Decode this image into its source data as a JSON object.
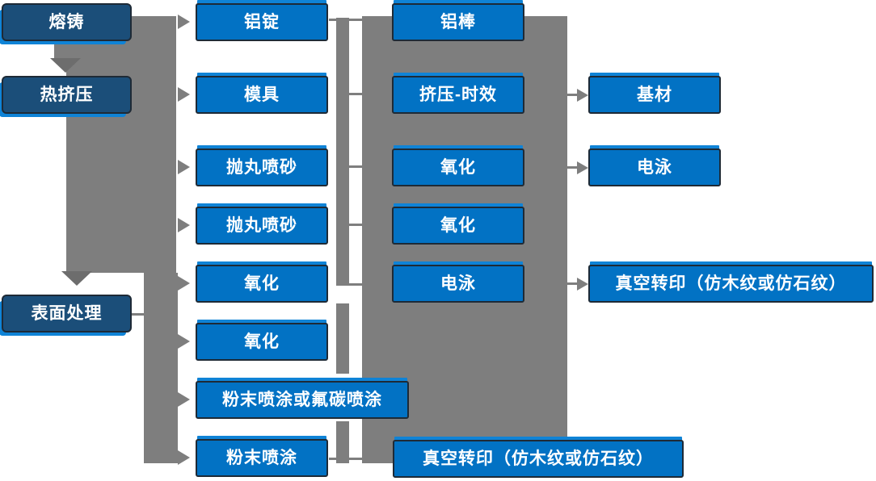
{
  "colors": {
    "box_dark": "#1B4E79",
    "box_light": "#0272C4",
    "box_border": "#1E2A36",
    "connector": "#7E7E7E",
    "arrow_dark": "#6D6D6D",
    "shadow": "#0F83D6",
    "text": "#FFFFFF",
    "background": "#FFFFFF"
  },
  "nodes": {
    "melt_casting": {
      "label": "熔铸"
    },
    "hot_extrusion": {
      "label": "热挤压"
    },
    "surface_treatment": {
      "label": "表面处理"
    },
    "aluminum_ingot": {
      "label": "铝锭"
    },
    "mold": {
      "label": "模具"
    },
    "shot_blasting_1": {
      "label": "抛丸喷砂"
    },
    "shot_blasting_2": {
      "label": "抛丸喷砂"
    },
    "oxidation_1": {
      "label": "氧化"
    },
    "oxidation_2": {
      "label": "氧化"
    },
    "powder_or_fluorocarbon": {
      "label": "粉末喷涂或氟碳喷涂"
    },
    "powder_coating": {
      "label": "粉末喷涂"
    },
    "aluminum_rod": {
      "label": "铝棒"
    },
    "extrusion_aging": {
      "label": "挤压-时效"
    },
    "oxidation_3": {
      "label": "氧化"
    },
    "oxidation_4": {
      "label": "氧化"
    },
    "electrophoresis_1": {
      "label": "电泳"
    },
    "vacuum_transfer_bottom": {
      "label": "真空转印（仿木纹或仿石纹）"
    },
    "substrate": {
      "label": "基材"
    },
    "electrophoresis_2": {
      "label": "电泳"
    },
    "vacuum_transfer_right": {
      "label": "真空转印（仿木纹或仿石纹）"
    }
  },
  "flow": {
    "stage_sequence": [
      "熔铸",
      "热挤压",
      "表面处理"
    ],
    "left_rail_feeds": [
      "铝锭",
      "模具",
      "抛丸喷砂",
      "抛丸喷砂",
      "氧化",
      "氧化",
      "粉末喷涂或氟碳喷涂",
      "粉末喷涂"
    ],
    "middle_rail_links": [
      "铝锭—铝棒",
      "模具—挤压-时效",
      "抛丸喷砂—氧化",
      "抛丸喷砂—氧化",
      "氧化—电泳",
      "粉末喷涂—真空转印（仿木纹或仿石纹）"
    ],
    "right_arrows": [
      "挤压-时效→基材",
      "氧化→电泳",
      "电泳→真空转印（仿木纹或仿石纹）"
    ]
  }
}
